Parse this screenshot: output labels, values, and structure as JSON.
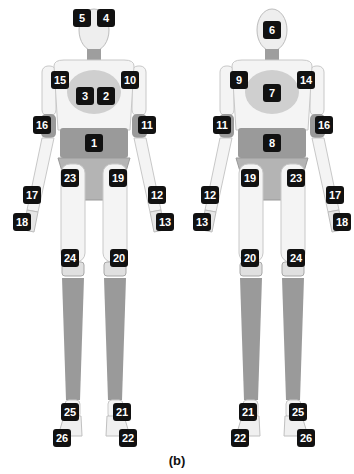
{
  "diagram": {
    "caption": "(b)",
    "labels": [
      "5",
      "4",
      "6",
      "15",
      "10",
      "9",
      "14",
      "3",
      "2",
      "7",
      "16",
      "11",
      "11",
      "16",
      "1",
      "8",
      "23",
      "19",
      "19",
      "23",
      "17",
      "12",
      "12",
      "17",
      "18",
      "13",
      "13",
      "18",
      "24",
      "20",
      "20",
      "24",
      "25",
      "21",
      "21",
      "25",
      "26",
      "22",
      "22",
      "26"
    ]
  }
}
